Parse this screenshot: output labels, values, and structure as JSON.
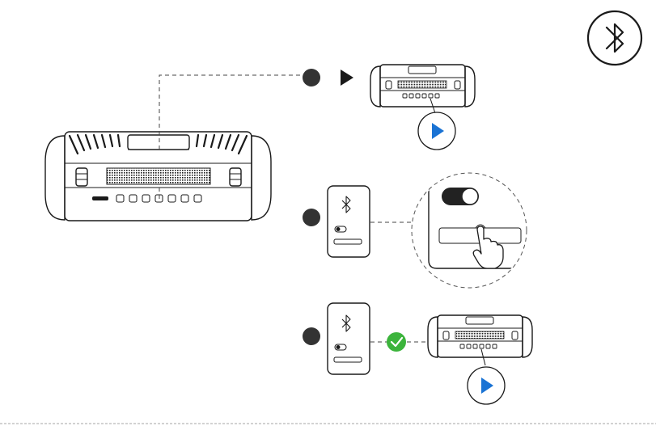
{
  "diagram": {
    "type": "bluetooth-pairing-instructions",
    "steps": [
      {
        "number": "",
        "description": "press-play-button-on-speaker"
      },
      {
        "number": "",
        "description": "enable-bluetooth-on-phone-and-select-device"
      },
      {
        "number": "",
        "description": "connected"
      }
    ],
    "icons": {
      "header": "bluetooth-icon",
      "connected": "check-icon"
    },
    "colors": {
      "play": "#1a73d4",
      "check": "#3cb43c",
      "ink": "#1a1a1a",
      "step_dot": "#333333"
    }
  }
}
